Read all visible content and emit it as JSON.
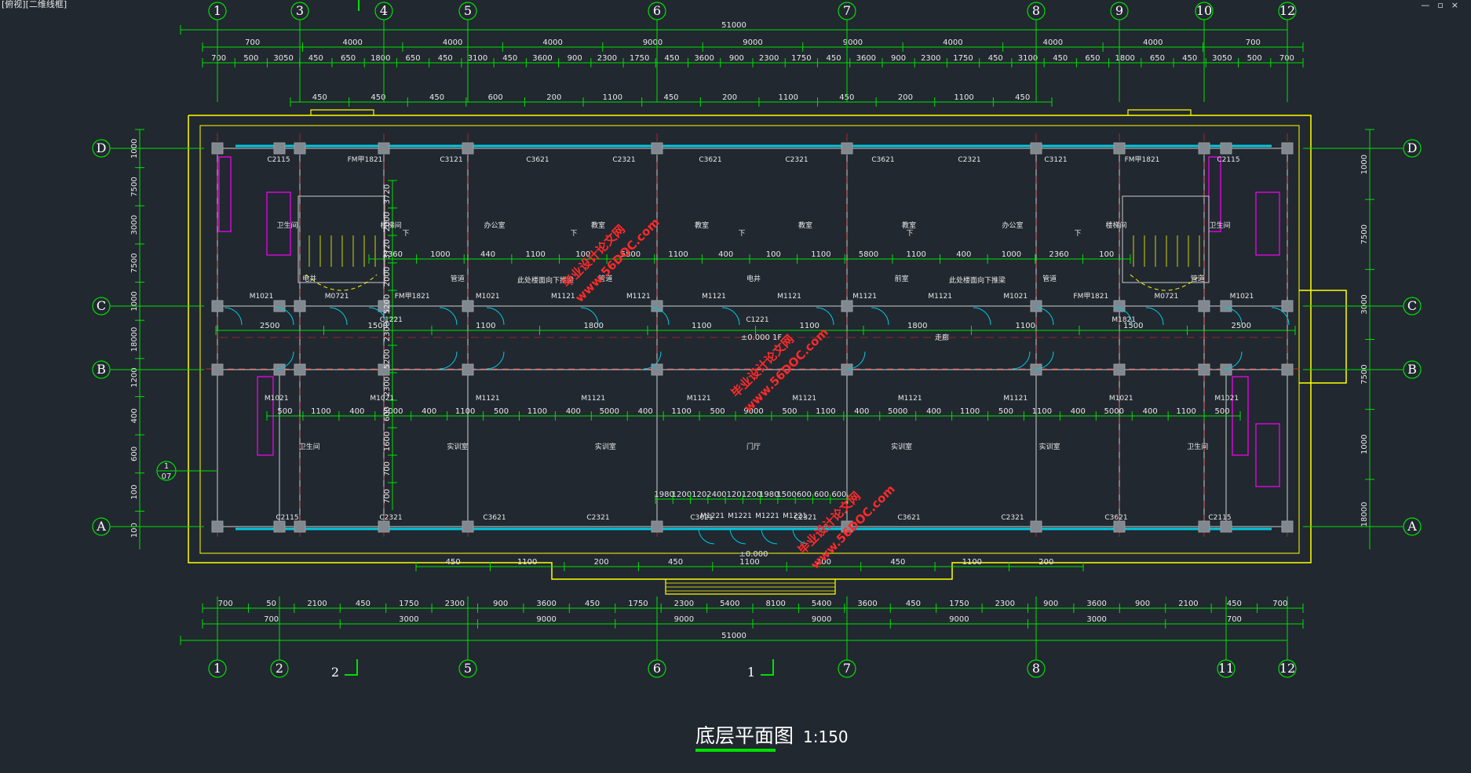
{
  "window": {
    "title": "[俯视][二维线框]",
    "controls": [
      "—",
      "▫",
      "×"
    ]
  },
  "title": {
    "text": "底层平面图",
    "scale": "1:150"
  },
  "colors": {
    "background": "#212830",
    "green": "#00e000",
    "yellow": "#ffff00",
    "cyan": "#00c8e0",
    "magenta": "#ff00ff",
    "red": "#ff2a2a"
  },
  "axes": {
    "top": [
      "1",
      "3",
      "4",
      "5",
      "6",
      "7",
      "8",
      "9",
      "10",
      "12"
    ],
    "bottom": [
      "1",
      "2",
      "5",
      "6",
      "7",
      "8",
      "11",
      "12"
    ],
    "rows": [
      "D",
      "C",
      "B",
      "A"
    ]
  },
  "dims": {
    "total_top": "51000",
    "top_row1": [
      "700",
      "4000",
      "4000",
      "4000",
      "9000",
      "9000",
      "9000",
      "4000",
      "4000",
      "4000",
      "700"
    ],
    "top_row2": [
      "700",
      "500",
      "3050",
      "450",
      "650",
      "1800",
      "650",
      "450",
      "3100",
      "450",
      "3600",
      "900",
      "2300",
      "1750",
      "450",
      "3600",
      "900",
      "2300",
      "1750",
      "450",
      "3600",
      "900",
      "2300",
      "1750",
      "450",
      "3100",
      "450",
      "650",
      "1800",
      "650",
      "450",
      "3050",
      "500",
      "700"
    ],
    "top_small": [
      "450",
      "450",
      "450",
      "600",
      "200",
      "1100",
      "450",
      "200",
      "1100",
      "450",
      "200",
      "1100",
      "450"
    ],
    "bottom_row1": [
      "700",
      "50",
      "2100",
      "450",
      "1750",
      "2300",
      "900",
      "3600",
      "450",
      "1750",
      "2300",
      "5400",
      "8100",
      "5400",
      "3600",
      "450",
      "1750",
      "2300",
      "900",
      "3600",
      "900",
      "2100",
      "450",
      "700"
    ],
    "bottom_row2": [
      "700",
      "3000",
      "9000",
      "9000",
      "9000",
      "9000",
      "3000",
      "700"
    ],
    "total_bottom": "51000",
    "left_vert": [
      "1000",
      "7500",
      "3000",
      "7500",
      "1000",
      "18000",
      "1200",
      "400",
      "600",
      "100",
      "100"
    ],
    "right_vert": [
      "1000",
      "7500",
      "3000",
      "7500",
      "1000",
      "18000"
    ],
    "mid_upper": [
      "2360",
      "1000",
      "440",
      "1100",
      "100",
      "5800",
      "1100",
      "400",
      "100",
      "1100",
      "5800",
      "1100",
      "400",
      "1000",
      "2360",
      "100"
    ],
    "mid_lower": [
      "500",
      "1100",
      "400",
      "5000",
      "400",
      "1100",
      "500",
      "1100",
      "400",
      "5000",
      "400",
      "1100",
      "500",
      "9000",
      "500",
      "1100",
      "400",
      "5000",
      "400",
      "1100",
      "500",
      "1100",
      "400",
      "5000",
      "400",
      "1100",
      "500"
    ],
    "corridor": [
      "2500",
      "1500",
      "1100",
      "1800",
      "1100",
      "1100",
      "1800",
      "1100",
      "1500",
      "2500"
    ],
    "entrance": [
      "1980",
      "1200",
      "120",
      "2400",
      "120",
      "1200",
      "1980",
      "1500",
      "600",
      "600",
      "600"
    ],
    "bottom_small": [
      "450",
      "1100",
      "200",
      "450",
      "1100",
      "200",
      "450",
      "1100",
      "200"
    ],
    "stairs": [
      "3720",
      "2000",
      "3720",
      "2000",
      "5200",
      "2300",
      "5200",
      "2300",
      "600",
      "1600",
      "700",
      "700"
    ]
  },
  "labels": {
    "windows_top": [
      "C2115",
      "FM甲1821",
      "C3121",
      "C3621",
      "C2321",
      "C3621",
      "C2321",
      "C3621",
      "C2321",
      "C3121",
      "FM甲1821",
      "C2115"
    ],
    "windows_bottom": [
      "C2115",
      "C2321",
      "C3621",
      "C2321",
      "C3621",
      "C2321",
      "C3621",
      "C2321",
      "C3621",
      "C2115"
    ],
    "doors_upper": [
      "M1021",
      "M0721",
      "FM甲1821",
      "M1021",
      "M1121",
      "M1121",
      "M1121",
      "M1121",
      "M1121",
      "M1121",
      "M1021",
      "FM甲1821",
      "M0721",
      "M1021"
    ],
    "doors_lower": [
      "M1021",
      "M1021",
      "M1121",
      "M1121",
      "M1121",
      "M1121",
      "M1121",
      "M1121",
      "M1021",
      "M1021"
    ],
    "entrance_doors": [
      "M1221",
      "M1221",
      "M1221",
      "M1221"
    ],
    "side_windows": [
      "C1221",
      "C1221",
      "M1821"
    ],
    "rooms_upper": [
      "卫生间",
      "楼梯间",
      "办公室",
      "教室",
      "教室",
      "教室",
      "教室",
      "办公室",
      "楼梯间",
      "卫生间"
    ],
    "rooms_lower": [
      "卫生间",
      "实训室",
      "实训室",
      "门厅",
      "实训室",
      "实训室",
      "卫生间"
    ],
    "small_rooms": [
      "电井",
      "管道",
      "管道",
      "电井",
      "前室",
      "管道",
      "管道"
    ],
    "stair_notes": [
      "此处楼面向下推梁",
      "此处楼面向下推梁"
    ],
    "corridor": "走廊",
    "level_1f": "±0.000 1F",
    "level_ent": "±0.000",
    "down": [
      "下",
      "下",
      "下",
      "下",
      "下"
    ],
    "detail_ref": [
      "1",
      "07"
    ],
    "section_marks": [
      "2",
      "1"
    ]
  },
  "watermark": [
    "毕业设计论文网",
    "www.56DOC.com"
  ]
}
